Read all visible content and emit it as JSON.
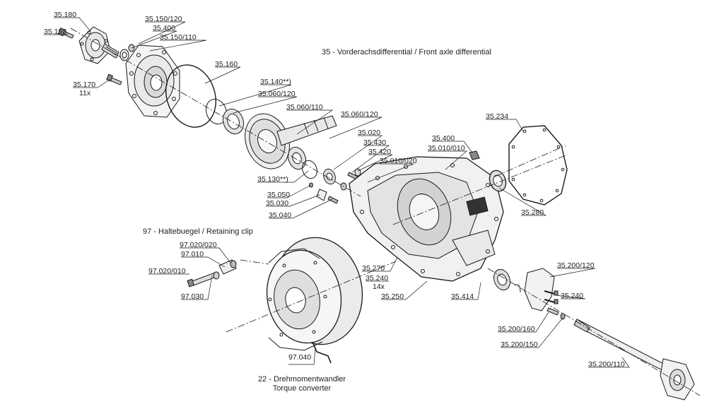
{
  "titles": {
    "front_axle": "35 - Vorderachsdifferential / Front axle differential",
    "retaining_clip": "97 - Haltebuegel / Retaining clip",
    "torque_converter_de": "22 - Drehmomentwandler",
    "torque_converter_en": "Torque converter"
  },
  "labels": {
    "p35_180": "35.180",
    "p35_190": "35.190",
    "p35_150_120": "35.150/120",
    "p35_400a": "35.400",
    "p35_150_110": "35.150/110",
    "p35_170": "35.170",
    "p35_170_qty": "11x",
    "p35_160": "35.160",
    "p35_140": "35.140**)",
    "p35_060_120a": "35.060/120",
    "p35_060_110": "35.060/110",
    "p35_060_120b": "35.060/120",
    "p35_020": "35.020",
    "p35_430": "35.430",
    "p35_420": "35.420",
    "p35_010_020": "35.010/020",
    "p35_130": "35.130**)",
    "p35_050": "35.050",
    "p35_030": "35.030",
    "p35_040": "35.040",
    "p35_400b": "35.400",
    "p35_010_010": "35.010/010",
    "p35_234": "35.234",
    "p35_280": "35.280",
    "p97_020_020": "97.020/020",
    "p97_010": "97.010",
    "p97_020_010": "97.020/010",
    "p97_030": "97.030",
    "p35_270": "35.270",
    "p35_240a": "35.240",
    "p35_240a_qty": "14x",
    "p35_250": "35.250",
    "p35_414": "35.414",
    "p35_200_120": "35.200/120",
    "p35_240b": "35.240",
    "p35_200_160": "35.200/160",
    "p35_200_150": "35.200/150",
    "p35_200_110": "35.200/110",
    "p97_040": "97.040"
  },
  "colors": {
    "line": "#1a1a1a",
    "text": "#222222",
    "background": "#ffffff"
  }
}
